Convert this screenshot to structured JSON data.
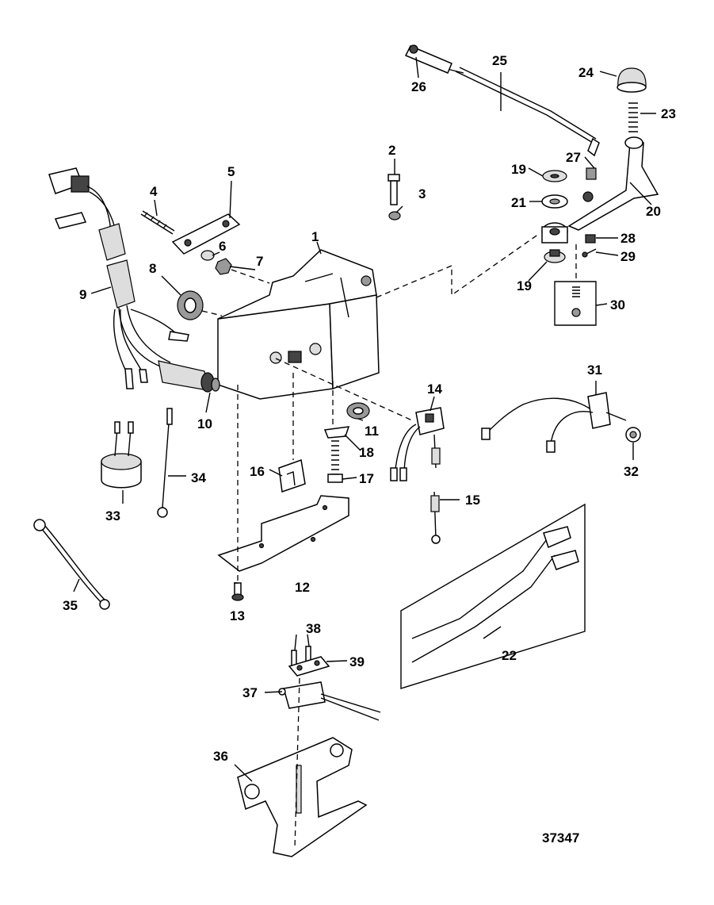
{
  "diagram_number": "37347",
  "callouts": [
    "1",
    "2",
    "3",
    "4",
    "5",
    "6",
    "7",
    "8",
    "9",
    "10",
    "11",
    "12",
    "13",
    "14",
    "15",
    "16",
    "17",
    "18",
    "19",
    "19",
    "20",
    "21",
    "22",
    "23",
    "24",
    "25",
    "26",
    "27",
    "28",
    "29",
    "30",
    "31",
    "32",
    "33",
    "34",
    "35",
    "36",
    "37",
    "38",
    "39"
  ]
}
